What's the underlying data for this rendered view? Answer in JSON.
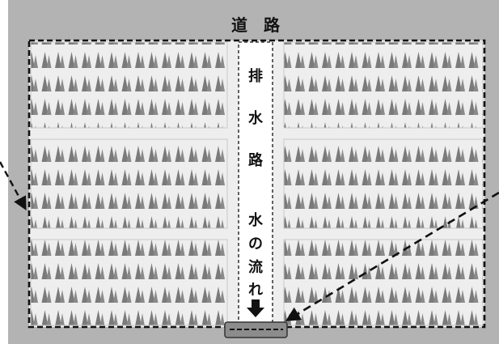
{
  "road_label": "道　路",
  "channel_label_chars": [
    "排",
    "水",
    "路"
  ],
  "flow_label_chars": [
    "水",
    "の",
    "流",
    "れ"
  ],
  "icons": {
    "flow_arrow": "down-arrow-icon",
    "outlet": "drain-outlet-icon"
  },
  "colors": {
    "background": "#b3b3b3",
    "field": "#eeeeee",
    "plant": "#7a7a7a",
    "channel": "#ffffff",
    "boundary": "#111111"
  }
}
